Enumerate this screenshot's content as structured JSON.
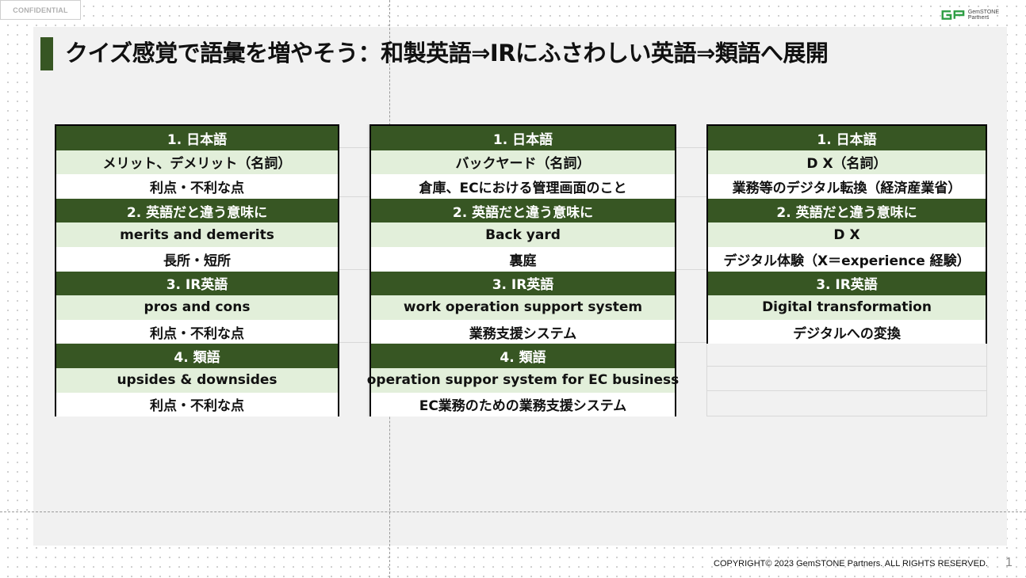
{
  "confidential_label": "CONFIDENTIAL",
  "logo": {
    "line1": "GemSTONE",
    "line2": "Partners",
    "accent_color": "#2e9e44"
  },
  "title": "クイズ感覚で語彙を増やそう：和製英語⇒IRにふさわしい英語⇒類語へ展開",
  "colors": {
    "header_bg": "#375623",
    "english_row_bg": "#e2efda",
    "slide_bg": "#f1f1f1"
  },
  "tables": [
    {
      "rows": [
        {
          "kind": "header",
          "text": "1. 日本語"
        },
        {
          "kind": "en",
          "text": "メリット、デメリット（名詞）"
        },
        {
          "kind": "ja",
          "text": "利点・不利な点"
        },
        {
          "kind": "header",
          "text": "2. 英語だと違う意味に"
        },
        {
          "kind": "en",
          "text": "merits and demerits"
        },
        {
          "kind": "ja",
          "text": "長所・短所"
        },
        {
          "kind": "header",
          "text": "3. IR英語"
        },
        {
          "kind": "en",
          "text": "pros and cons"
        },
        {
          "kind": "ja",
          "text": "利点・不利な点"
        },
        {
          "kind": "header",
          "text": "4.  類語"
        },
        {
          "kind": "en",
          "text": "upsides & downsides"
        },
        {
          "kind": "ja",
          "text": "利点・不利な点"
        }
      ]
    },
    {
      "rows": [
        {
          "kind": "header",
          "text": "1. 日本語"
        },
        {
          "kind": "en",
          "text": "バックヤード（名詞）"
        },
        {
          "kind": "ja",
          "text": "倉庫、ECにおける管理画面のこと"
        },
        {
          "kind": "header",
          "text": "2. 英語だと違う意味に"
        },
        {
          "kind": "en",
          "text": "Back yard"
        },
        {
          "kind": "ja",
          "text": "裏庭"
        },
        {
          "kind": "header",
          "text": "3. IR英語"
        },
        {
          "kind": "en",
          "text": "work operation support system"
        },
        {
          "kind": "ja",
          "text": "業務支援システム"
        },
        {
          "kind": "header",
          "text": "4.  類語"
        },
        {
          "kind": "en",
          "text": "operation suppor system for EC business"
        },
        {
          "kind": "ja",
          "text": "EC業務のための業務支援システム"
        }
      ]
    },
    {
      "rows": [
        {
          "kind": "header",
          "text": "1. 日本語"
        },
        {
          "kind": "en",
          "text": "D X（名詞）"
        },
        {
          "kind": "ja",
          "text": "業務等のデジタル転換（経済産業省）"
        },
        {
          "kind": "header",
          "text": "2. 英語だと違う意味に"
        },
        {
          "kind": "en",
          "text": "D X"
        },
        {
          "kind": "ja",
          "text": "デジタル体験（X＝experience 経験）"
        },
        {
          "kind": "header",
          "text": "3. IR英語"
        },
        {
          "kind": "en",
          "text": "Digital transformation"
        },
        {
          "kind": "ja",
          "text": "デジタルへの変換"
        }
      ]
    }
  ],
  "footer": "COPYRIGHT© 2023 GemSTONE Partners. ALL RIGHTS RESERVED.",
  "page_number": "1"
}
